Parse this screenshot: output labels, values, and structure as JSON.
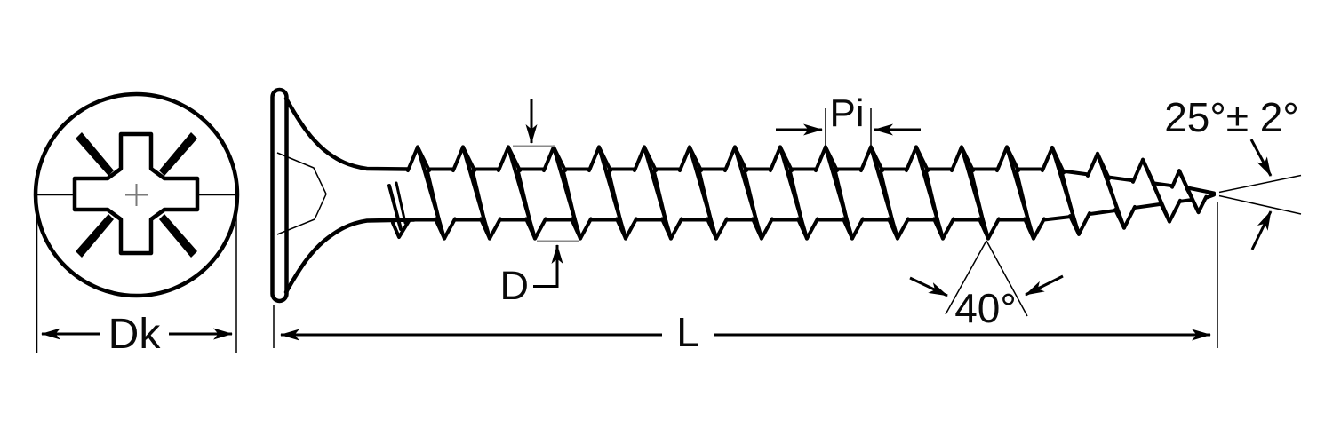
{
  "annotations": {
    "head_diameter": "Dk",
    "thread_diameter": "D",
    "pitch": "Pi",
    "length": "L",
    "flank_angle": "40°",
    "point_angle": "25°± 2°"
  },
  "colors": {
    "line": "#000000",
    "background": "#ffffff",
    "tick": "#8a8a8a",
    "center_mark": "#7a7a7a"
  }
}
